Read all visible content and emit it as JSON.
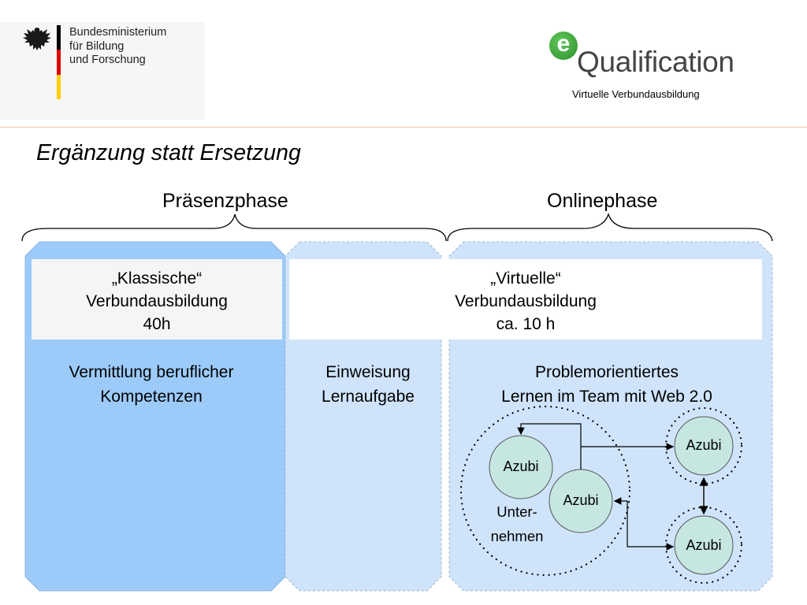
{
  "header": {
    "ministry_lines": [
      "Bundesministerium",
      "für Bildung",
      "und Forschung"
    ],
    "logo_letter": "e",
    "logo_word": "Qualification",
    "tagline": "Virtuelle Verbundausbildung"
  },
  "slide": {
    "title": "Ergänzung statt Ersetzung",
    "phase_left": "Präsenzphase",
    "phase_right": "Onlinephase"
  },
  "panel_classic": {
    "box_lines": [
      "„Klassische“",
      "Verbundausbildung",
      "40h"
    ],
    "body_lines": [
      "Vermittlung beruflicher",
      "Kompetenzen"
    ]
  },
  "panel_intro": {
    "body_lines": [
      "Einweisung",
      "Lernaufgabe"
    ]
  },
  "panel_virtual": {
    "box_lines": [
      "„Virtuelle“",
      "Verbundausbildung",
      "ca. 10 h"
    ],
    "body_lines": [
      "Problemorientiertes",
      "Lernen im Team mit Web 2.0"
    ]
  },
  "diagram": {
    "node_label": "Azubi",
    "company_lines": [
      "Unter-",
      "nehmen"
    ]
  },
  "colors": {
    "panel_dark": "#9ccbfa",
    "panel_light": "#cfe4fb",
    "node_fill": "#c6e6e2",
    "flag_black": "#000000",
    "flag_red": "#dd0000",
    "flag_gold": "#ffce00",
    "logo_green": "#3aa336",
    "header_rule": "#f2c79a"
  }
}
